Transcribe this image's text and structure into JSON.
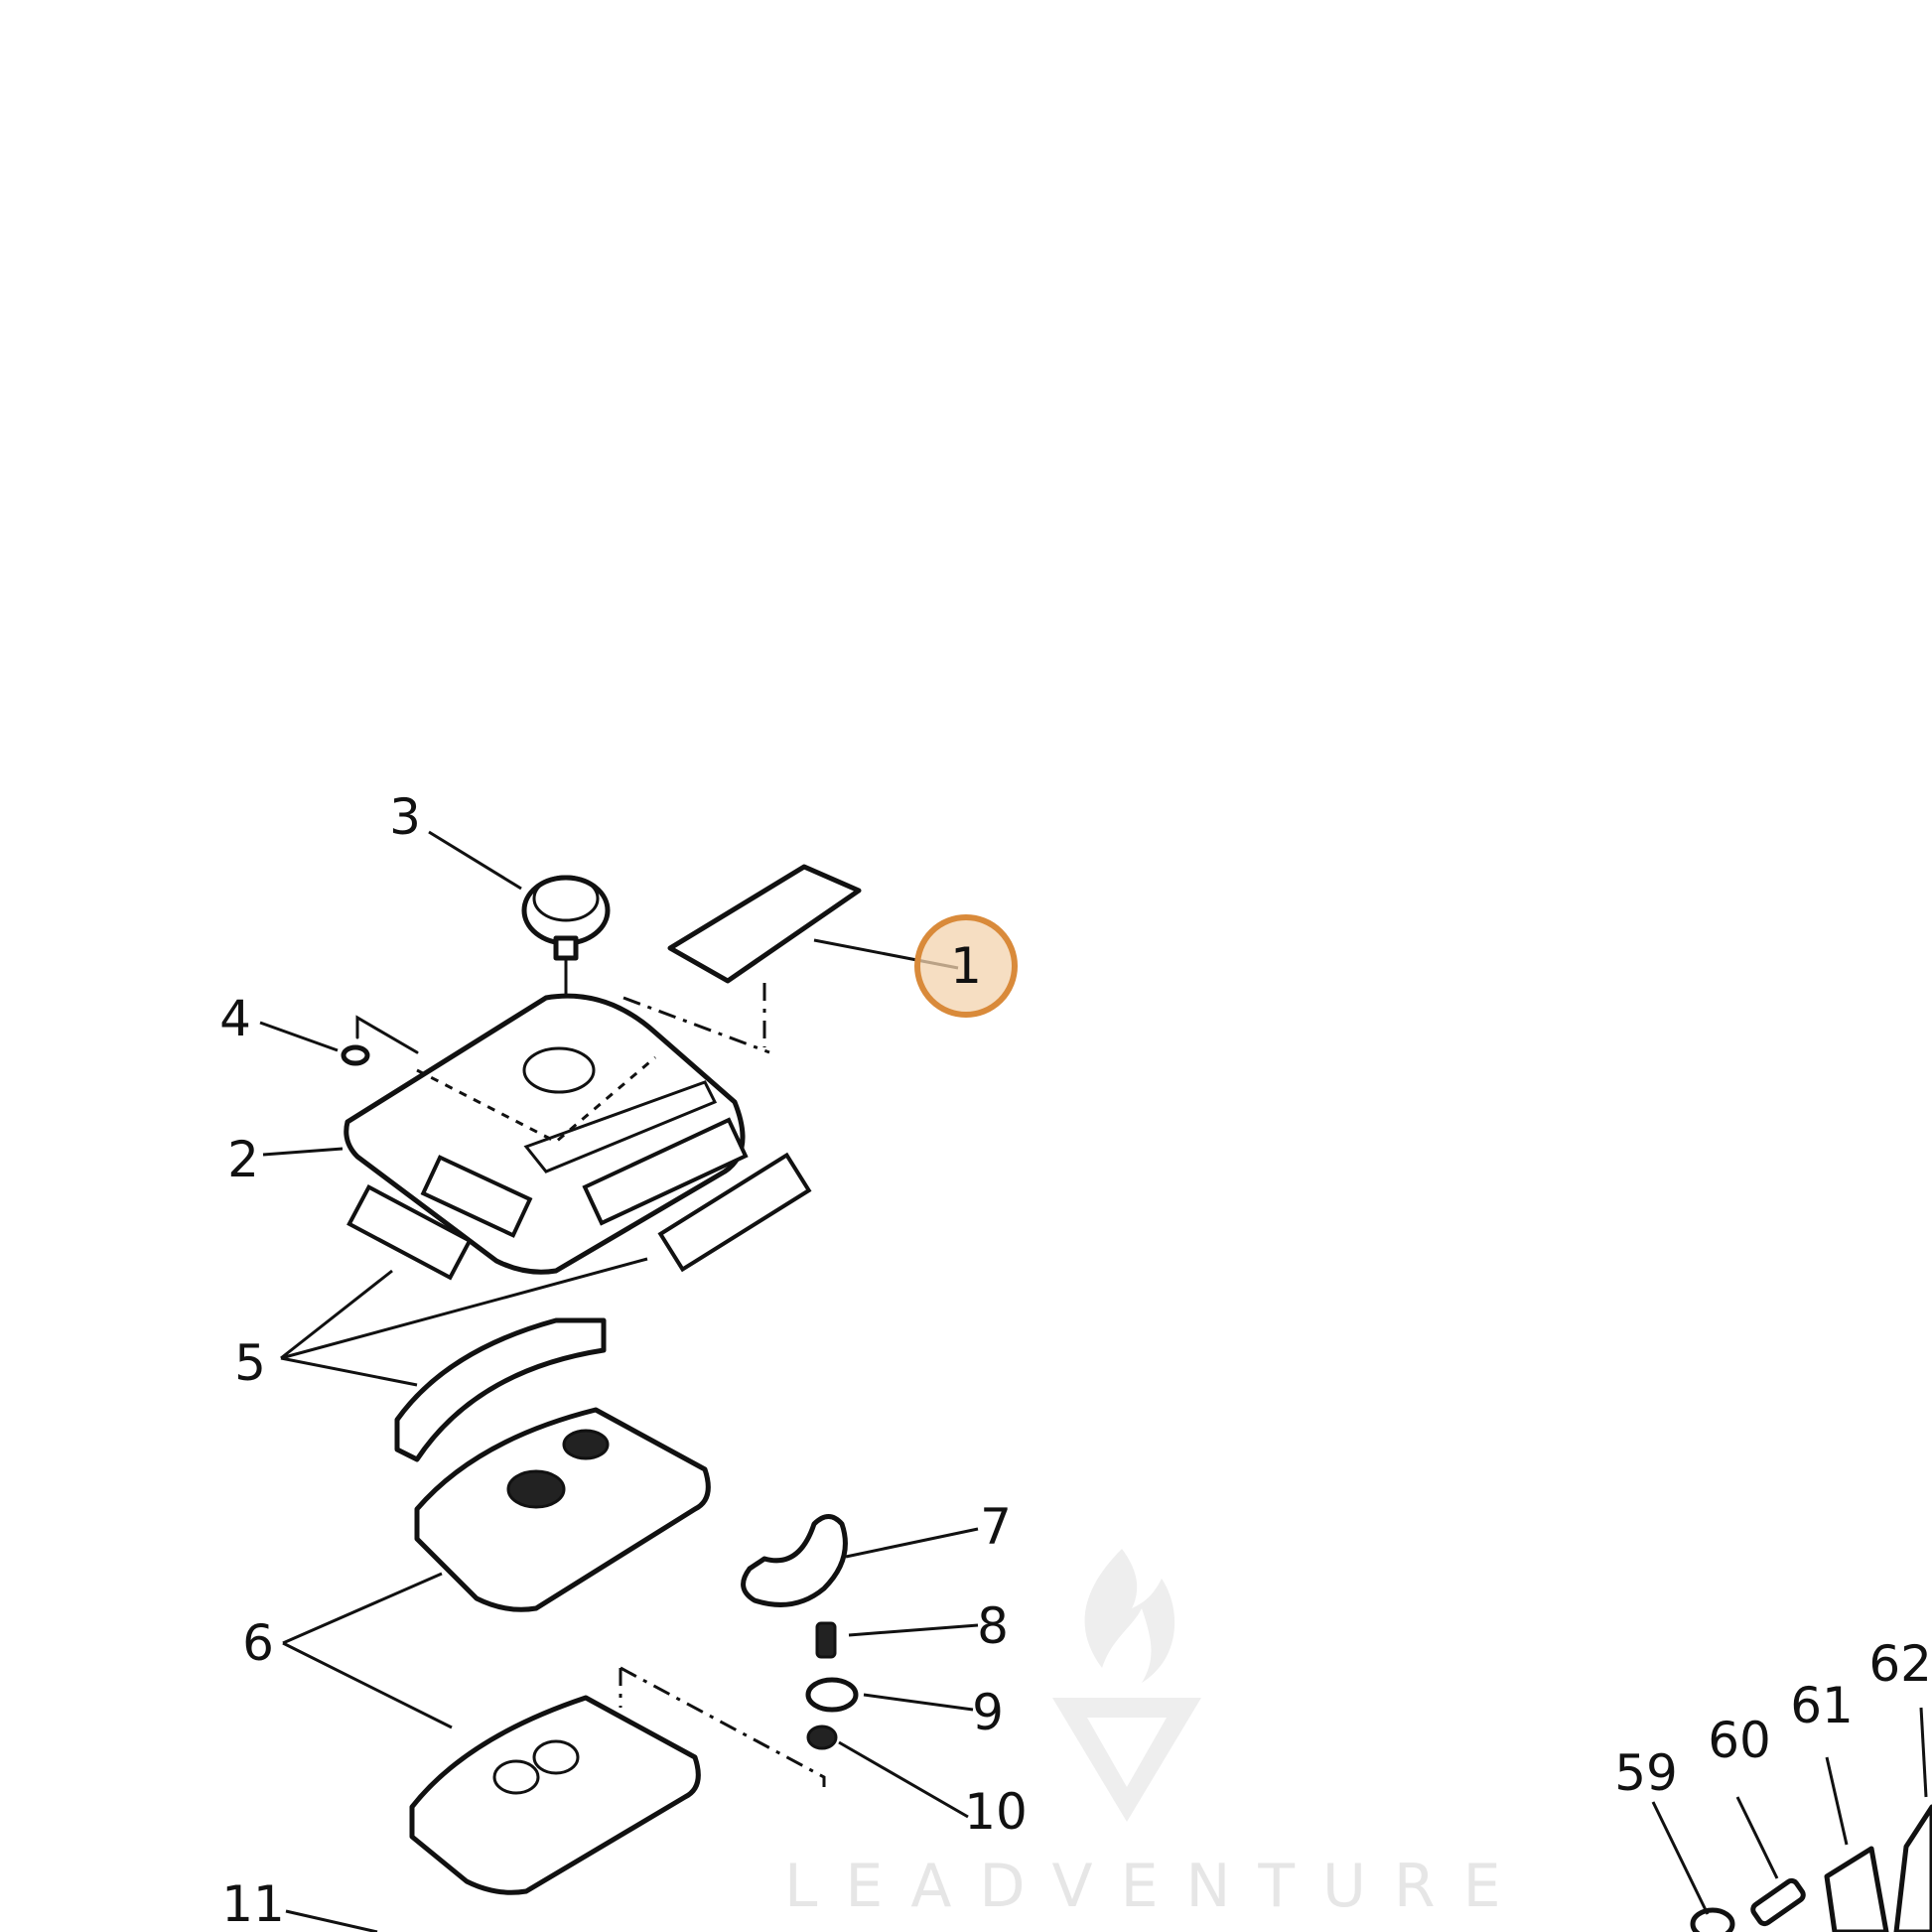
{
  "diagram": {
    "callouts": [
      {
        "id": "c1",
        "label": "1",
        "highlighted": true
      },
      {
        "id": "c2",
        "label": "2"
      },
      {
        "id": "c3",
        "label": "3"
      },
      {
        "id": "c4",
        "label": "4"
      },
      {
        "id": "c5",
        "label": "5"
      },
      {
        "id": "c6",
        "label": "6"
      },
      {
        "id": "c7",
        "label": "7"
      },
      {
        "id": "c8",
        "label": "8"
      },
      {
        "id": "c9",
        "label": "9"
      },
      {
        "id": "c10",
        "label": "10"
      },
      {
        "id": "c11",
        "label": "11"
      },
      {
        "id": "c59",
        "label": "59"
      },
      {
        "id": "c60",
        "label": "60"
      },
      {
        "id": "c61",
        "label": "61"
      },
      {
        "id": "c62",
        "label": "62"
      }
    ],
    "highlight_color": "#d98a3a",
    "watermark": "LEADVENTURE"
  }
}
